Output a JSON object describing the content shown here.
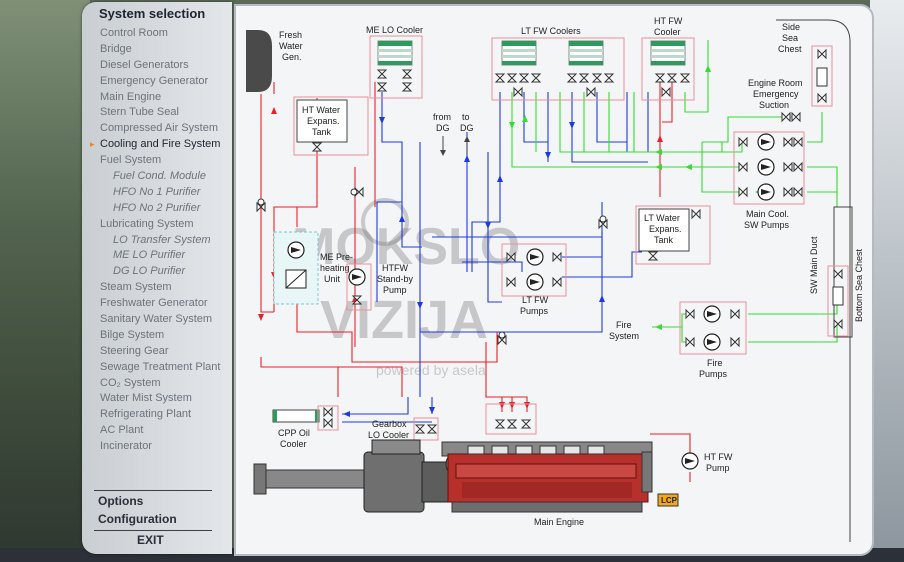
{
  "sidebar": {
    "title": "System selection",
    "items": [
      {
        "label": "Control Room",
        "sub": false
      },
      {
        "label": "Bridge",
        "sub": false
      },
      {
        "label": "Diesel Generators",
        "sub": false
      },
      {
        "label": "Emergency Generator",
        "sub": false
      },
      {
        "label": "Main Engine",
        "sub": false
      },
      {
        "label": "Stern Tube Seal",
        "sub": false
      },
      {
        "label": "Compressed Air System",
        "sub": false
      },
      {
        "label": "Cooling and Fire System",
        "sub": false,
        "active": true
      },
      {
        "label": "Fuel System",
        "sub": false
      },
      {
        "label": "Fuel Cond. Module",
        "sub": true
      },
      {
        "label": "HFO No 1 Purifier",
        "sub": true
      },
      {
        "label": "HFO No 2 Purifier",
        "sub": true
      },
      {
        "label": "Lubricating System",
        "sub": false
      },
      {
        "label": "LO Transfer System",
        "sub": true
      },
      {
        "label": "ME LO Purifier",
        "sub": true
      },
      {
        "label": "DG LO Purifier",
        "sub": true
      },
      {
        "label": "Steam System",
        "sub": false
      },
      {
        "label": "Freshwater Generator",
        "sub": false
      },
      {
        "label": "Sanitary Water System",
        "sub": false
      },
      {
        "label": "Bilge System",
        "sub": false
      },
      {
        "label": "Steering Gear",
        "sub": false
      },
      {
        "label": "Sewage Treatment Plant",
        "sub": false
      },
      {
        "label": "CO₂  System",
        "sub": false
      },
      {
        "label": "Water Mist System",
        "sub": false
      },
      {
        "label": "Refrigerating Plant",
        "sub": false
      },
      {
        "label": "AC Plant",
        "sub": false
      },
      {
        "label": "Incinerator",
        "sub": false
      }
    ],
    "options_label": "Options",
    "configuration_label": "Configuration",
    "exit_label": "EXIT"
  },
  "diagram": {
    "fresh_water_gen": [
      "Fresh",
      "Water",
      "Gen."
    ],
    "me_lo_cooler": "ME LO Cooler",
    "lt_fw_coolers": "LT FW Coolers",
    "ht_fw_cooler": [
      "HT FW",
      "Cooler"
    ],
    "side_sea_chest": [
      "Side",
      "Sea",
      "Chest"
    ],
    "ht_water_expans_tank": [
      "HT Water",
      "Expans.",
      "Tank"
    ],
    "from_dg": [
      "from",
      "DG"
    ],
    "to_dg": [
      "to",
      "DG"
    ],
    "engine_room_emergency_suction": [
      "Engine Room",
      "Emergency",
      "Suction"
    ],
    "main_cool_sw_pumps": [
      "Main Cool.",
      "SW Pumps"
    ],
    "lt_water_expans_tank": [
      "LT Water",
      "Expans.",
      "Tank"
    ],
    "me_preheating_unit": [
      "ME Pre-",
      "heating",
      "Unit"
    ],
    "ht_fw_standby_pump": [
      "HTFW",
      "Stand-by",
      "Pump"
    ],
    "lt_fw_pumps": [
      "LT FW",
      "Pumps"
    ],
    "sw_main_duct": "SW Main Duct",
    "bottom_sea_chest": "Bottom Sea Chest",
    "fire_system": [
      "Fire",
      "System"
    ],
    "fire_pumps": [
      "Fire",
      "Pumps"
    ],
    "cpp_oil_cooler": [
      "CPP Oil",
      "Cooler"
    ],
    "gearbox_lo_cooler": [
      "Gearbox",
      "LO Cooler"
    ],
    "ht_fw_pump": [
      "HT FW",
      "Pump"
    ],
    "main_engine": "Main Engine",
    "lcp": "LCP",
    "watermark_1": "MOKSLO",
    "watermark_2": "VIZIJA",
    "watermark_3": "powered by asela"
  },
  "colors": {
    "ht_line": "#e8202a",
    "lt_line": "#1e3adf",
    "sw_line": "#33dd33",
    "engine": "#b8302c",
    "lcp": "#f2a81c"
  }
}
